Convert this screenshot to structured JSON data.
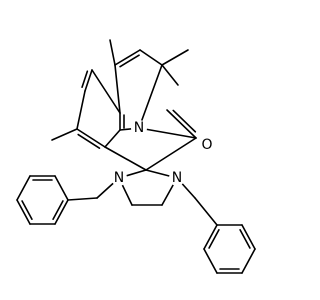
{
  "molecule": {
    "atom_labels": [
      {
        "id": "n-ring",
        "text": "N"
      },
      {
        "id": "o-carbonyl",
        "text": "O"
      },
      {
        "id": "n-imid-left",
        "text": "N"
      },
      {
        "id": "n-imid-right",
        "text": "N"
      }
    ]
  },
  "colors": {
    "bond": "#000000",
    "background": "#ffffff"
  }
}
